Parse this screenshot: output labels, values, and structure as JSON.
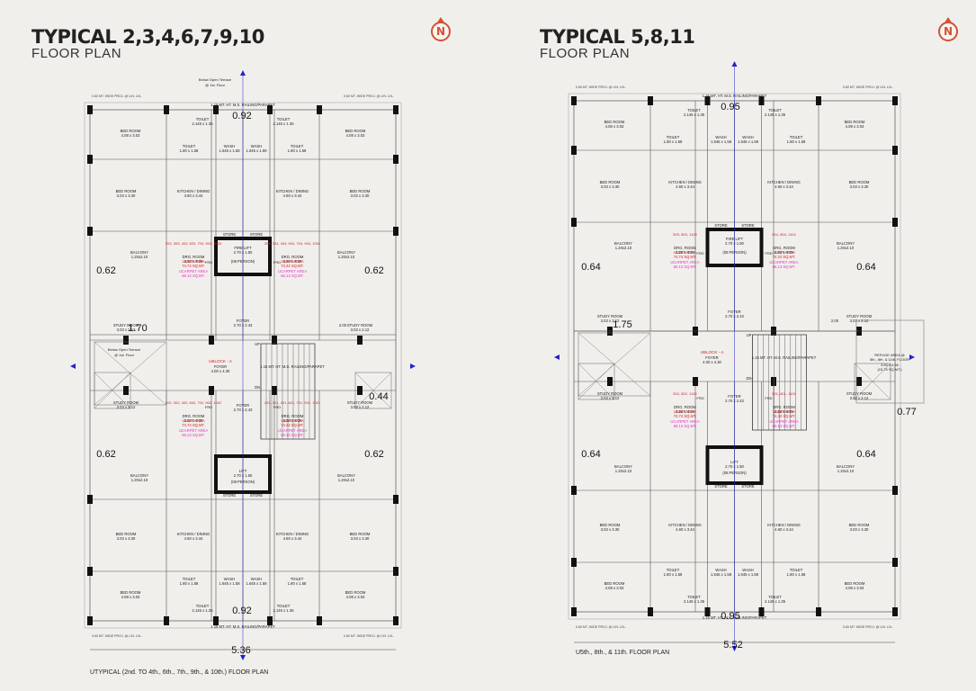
{
  "left": {
    "title": "TYPICAL 2,3,4,6,7,9,10",
    "subtitle": "FLOOR PLAN",
    "north": "N",
    "caption": "UTYPICAL (2nd. TO 4th., 6th., 7th., 9th., & 10th.) FLOOR PLAN",
    "dims": {
      "d092": "0.92",
      "d062": "0.62",
      "d170": "1.70",
      "d044": "0.44",
      "d536": "5.36",
      "d200": "2.00"
    },
    "labels": {
      "proj": "0.60 MT. WIDE PROJ. @ LIN. LVL.",
      "railing": "1.15 MT. HT. M.S. RAILING/PARAPET",
      "terrace1": "Below Open Terrace",
      "terrace2": "@ 1st. Floor",
      "bed_big": "BED ROOM",
      "bed_big_dim": "4.08 x 3.03",
      "bed_small": "BED ROOM",
      "bed_small_dim": "3.03 x 3.30",
      "toilet": "TOILET",
      "toilet_dim": "2.145 x 1.35",
      "toilet2": "TOILET",
      "toilet2_dim": "1.80 x 1.58",
      "wash": "WASH",
      "wash_dim": "1.645 x 1.58",
      "kitchen": "KITCHEN / DINING",
      "kitchen_dim": "4.60 x 3.44",
      "store": "STORE",
      "fire_lift": "FIRE LIFT",
      "lift": "LIFT",
      "lift_dim": "2.70 x 1.50",
      "lift_cap": "(08 PERSON)",
      "drg": "DRG. ROOM",
      "drg_dim": "3.20 x 4.29",
      "balcony": "BALCONY",
      "balcony_dim": "1.20x2.10",
      "study": "STUDY ROOM",
      "study_dim": "3.03 x 2.12",
      "foyer": "FOYER",
      "foyer_dim": "2.70 x 2.43",
      "block": "UBLOCK - A",
      "block_foyer": "FOYER",
      "block_foyer_dim": "4.00 x 4.30",
      "unit_area": "UUNIT AREA",
      "unit_area_v1": "74.74 SQ.MT.",
      "unit_area_v2": "74.22 SQ.MT.",
      "carpet_area": "UCARPET AREA",
      "carpet_v1": "66.13 SQ.MT.",
      "carpet_v2": "66.13 SQ.MT.",
      "units_tl": "203, 303, 403, 603, 703, 903, 1003",
      "units_tr": "204, 304, 404, 604, 704, 904, 1004",
      "units_bl": "202, 302, 402, 602, 702, 902, 1002",
      "units_br": "201, 301, 401, 601, 701, 901, 1001",
      "up": "UP",
      "dn": "DN",
      "frd": "FRD"
    }
  },
  "right": {
    "title": "TYPICAL 5,8,11",
    "subtitle": "FLOOR PLAN",
    "north": "N",
    "caption": "U5th., 8th., & 11th. FLOOR PLAN",
    "dims": {
      "d095": "0.95",
      "d064": "0.64",
      "d175": "1.75",
      "d077": "0.77",
      "d552": "5.52",
      "d200": "2.00"
    },
    "labels": {
      "refuge1": "REFUGE AREA @",
      "refuge2": "5th., 8th. & 11th. FLOOR",
      "refuge3": "3.50 x 4.50",
      "refuge4": "(15.75 SQ.MT.)",
      "units_tl": "503, 803, 1103",
      "units_tr": "504, 804, 1104",
      "units_bl": "502, 802, 1102",
      "units_br": "501, 801, 1101"
    }
  },
  "colors": {
    "wall": "#111111",
    "line": "#555555",
    "unit_red": "#d0202a",
    "carpet_pink": "#e234c8",
    "marker": "#2222cc",
    "north": "#d35233"
  }
}
